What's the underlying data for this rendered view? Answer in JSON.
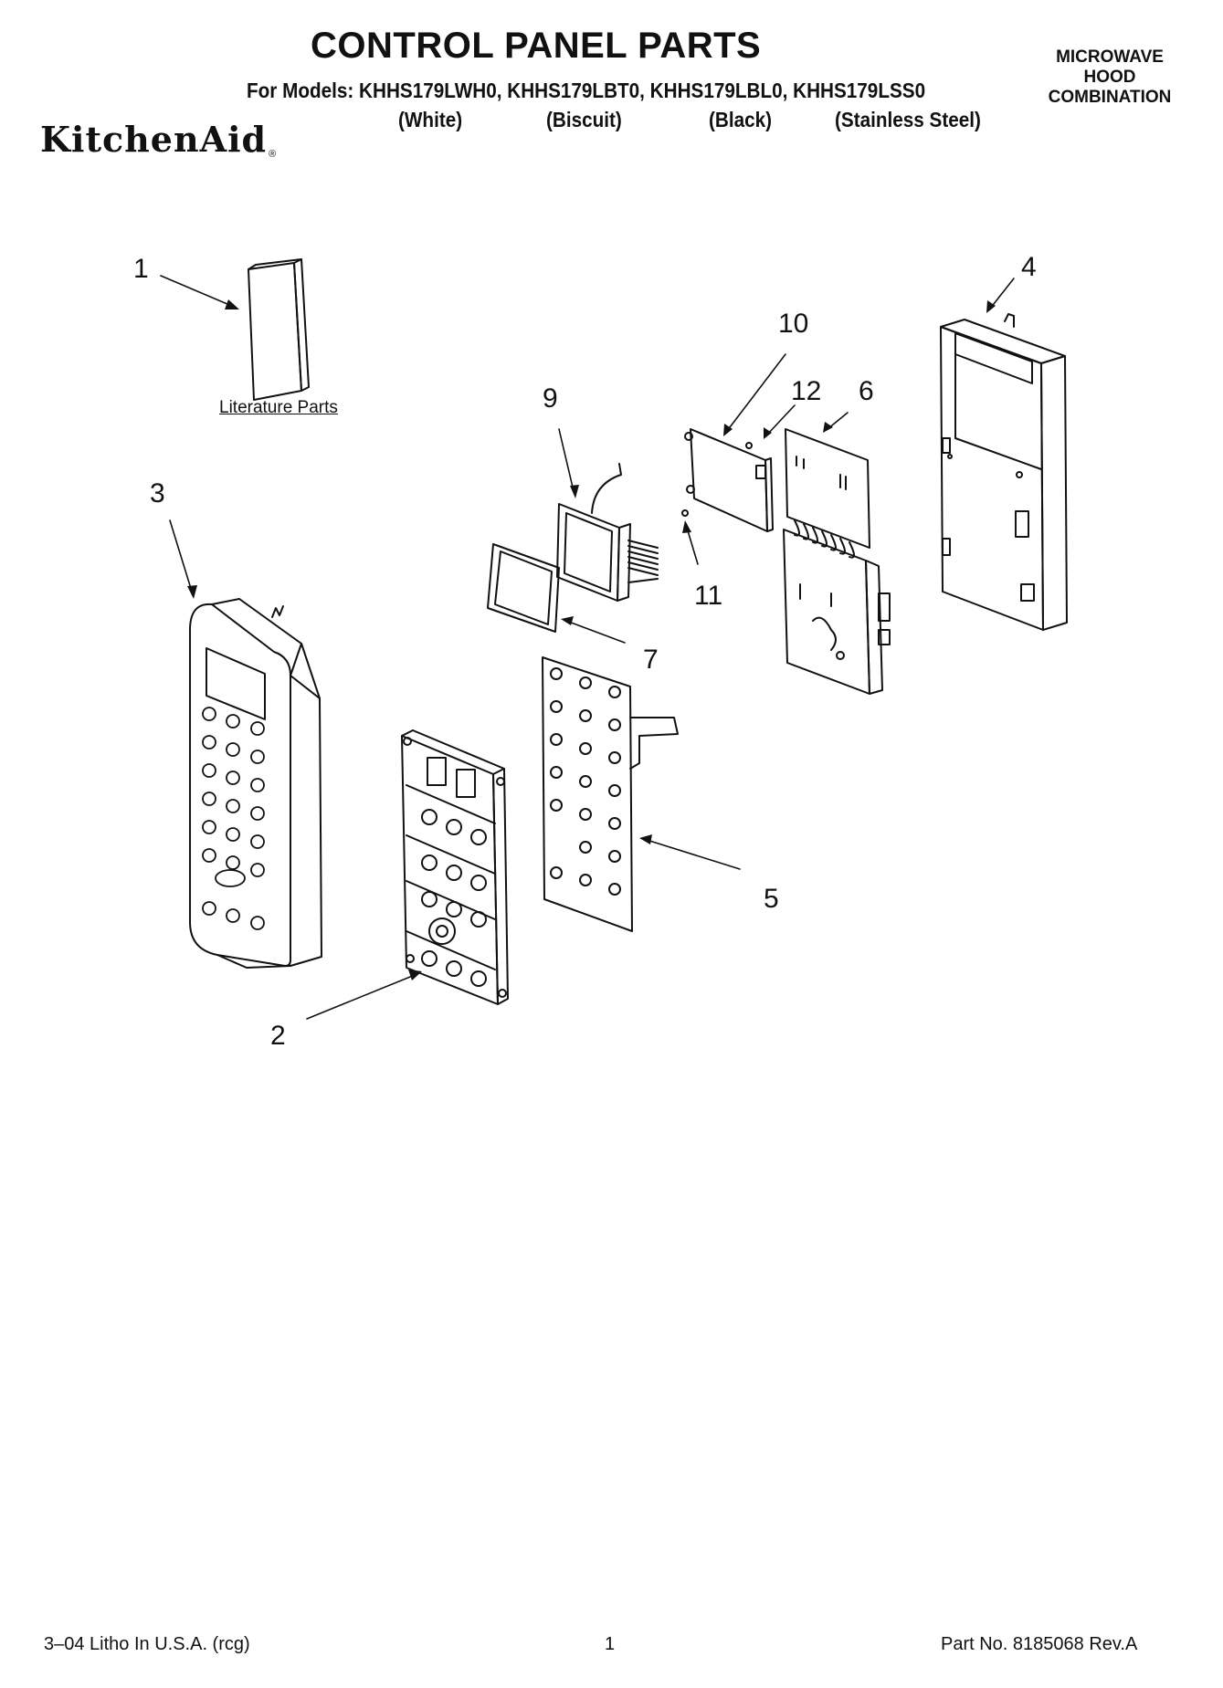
{
  "header": {
    "title": "CONTROL PANEL PARTS",
    "models_line": "For Models: KHHS179LWH0, KHHS179LBT0, KHHS179LBL0, KHHS179LSS0",
    "variants": [
      "(White)",
      "(Biscuit)",
      "(Black)",
      "(Stainless Steel)"
    ],
    "product_type": [
      "MICROWAVE",
      "HOOD",
      "COMBINATION"
    ],
    "brand": "KitchenAid",
    "brand_mark": "®"
  },
  "diagram": {
    "callouts": [
      "1",
      "2",
      "3",
      "4",
      "5",
      "6",
      "7",
      "9",
      "10",
      "11",
      "12"
    ],
    "literature_label": "Literature Parts",
    "line_color": "#111111"
  },
  "footer": {
    "litho": "3–04 Litho In U.S.A. (rcg)",
    "page": "1",
    "part_no": "Part No. 8185068 Rev.A"
  }
}
